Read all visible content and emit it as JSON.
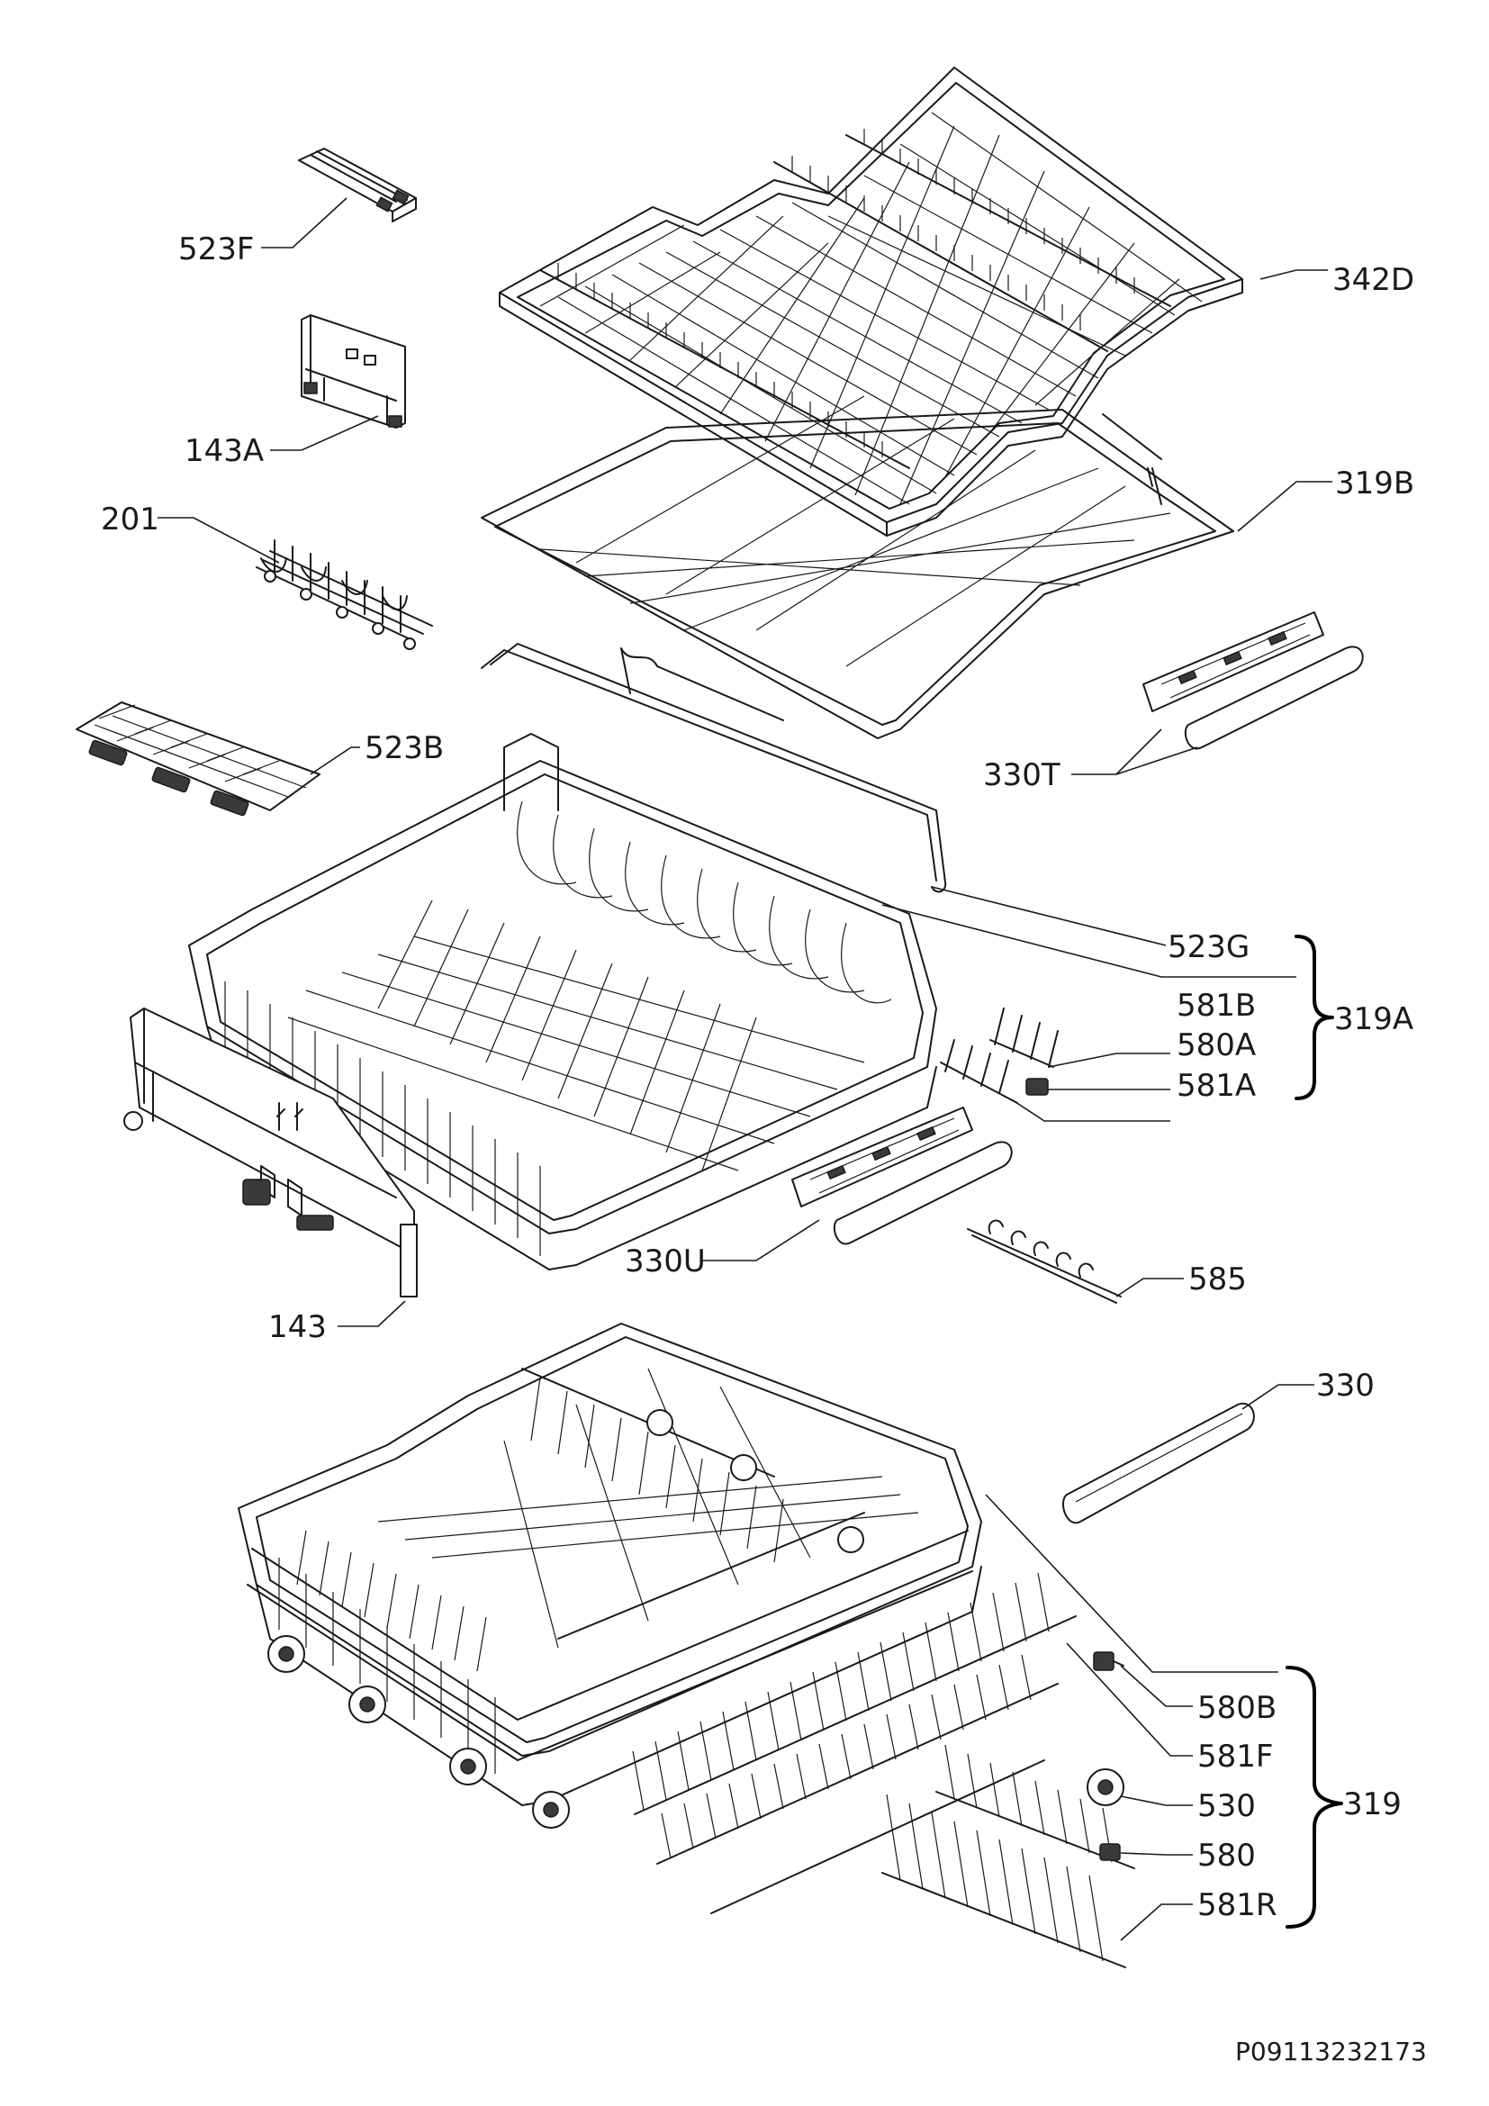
{
  "diagram_code": "P09113232173",
  "labels": {
    "l_523F": "523F",
    "l_342D": "342D",
    "l_143A": "143A",
    "l_201": "201",
    "l_319B": "319B",
    "l_523B": "523B",
    "l_330T": "330T",
    "l_523G": "523G",
    "l_581B": "581B",
    "l_580A": "580A",
    "l_581A": "581A",
    "l_319A": "319A",
    "l_330U": "330U",
    "l_585": "585",
    "l_143": "143",
    "l_330": "330",
    "l_580B": "580B",
    "l_581F": "581F",
    "l_530": "530",
    "l_580": "580",
    "l_581R": "581R",
    "l_319": "319"
  },
  "colors": {
    "line": "#1a1a1a",
    "background": "#ffffff"
  }
}
